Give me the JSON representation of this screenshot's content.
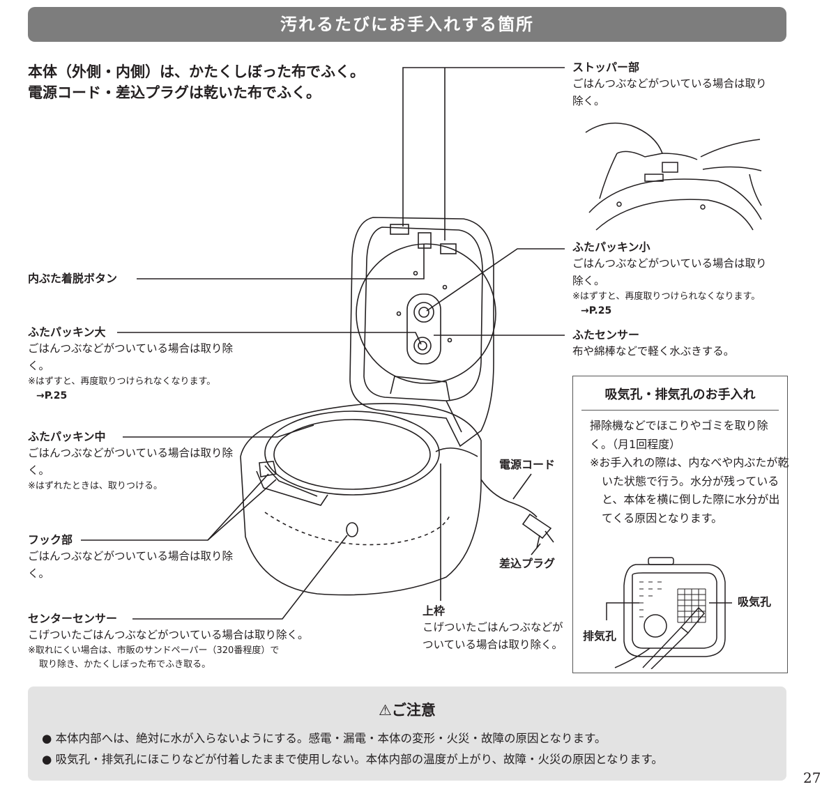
{
  "header": {
    "title": "汚れるたびにお手入れする箇所"
  },
  "intro": {
    "line1": "本体（外側・内側）は、かたくしぼった布でふく。",
    "line2": "電源コード・差込プラグは乾いた布でふく。"
  },
  "labels": {
    "inner_lid_button": {
      "title": "内ぶた着脱ボタン"
    },
    "lid_packing_large": {
      "title": "ふたパッキン大",
      "body": "ごはんつぶなどがついている場合は取り除く。",
      "note": "※はずすと、再度取りつけられなくなります。",
      "ref": "→P.25"
    },
    "lid_packing_medium": {
      "title": "ふたパッキン中",
      "body": "ごはんつぶなどがついている場合は取り除く。",
      "note": "※はずれたときは、取りつける。"
    },
    "hook": {
      "title": "フック部",
      "body": "ごはんつぶなどがついている場合は取り除く。"
    },
    "center_sensor": {
      "title": "センターセンサー",
      "body": "こげついたごはんつぶなどがついている場合は取り除く。",
      "note1": "※取れにくい場合は、市販のサンドペーパー（320番程度）で",
      "note2": "取り除き、かたくしぼった布でふき取る。"
    },
    "stopper": {
      "title": "ストッパー部",
      "body": "ごはんつぶなどがついている場合は取り除く。"
    },
    "lid_packing_small": {
      "title": "ふたパッキン小",
      "body": "ごはんつぶなどがついている場合は取り除く。",
      "note": "※はずすと、再度取りつけられなくなります。",
      "ref": "→P.25"
    },
    "lid_sensor": {
      "title": "ふたセンサー",
      "body": "布や綿棒などで軽く水ぶきする。"
    },
    "power_cord": {
      "title": "電源コード"
    },
    "plug": {
      "title": "差込プラグ"
    },
    "upper_frame": {
      "title": "上枠",
      "body": "こげついたごはんつぶなどがついている場合は取り除く。"
    }
  },
  "vent_box": {
    "title": "吸気孔・排気孔のお手入れ",
    "body": "掃除機などでほこりやゴミを取り除く。（月1回程度）",
    "note": "※お手入れの際は、内なべや内ぶたが乾いた状態で行う。水分が残っていると、本体を横に倒した際に水分が出てくる原因となります。",
    "intake_label": "吸気孔",
    "exhaust_label": "排気孔"
  },
  "caution": {
    "title": "ご注意",
    "items": [
      "本体内部へは、絶対に水が入らないようにする。感電・漏電・本体の変形・火災・故障の原因となります。",
      "吸気孔・排気孔にほこりなどが付着したままで使用しない。本体内部の温度が上がり、故障・火災の原因となります。"
    ]
  },
  "page_number": "27",
  "colors": {
    "header_bg": "#7d7d7d",
    "caution_bg": "#e3e3e3",
    "text": "#231f20"
  }
}
